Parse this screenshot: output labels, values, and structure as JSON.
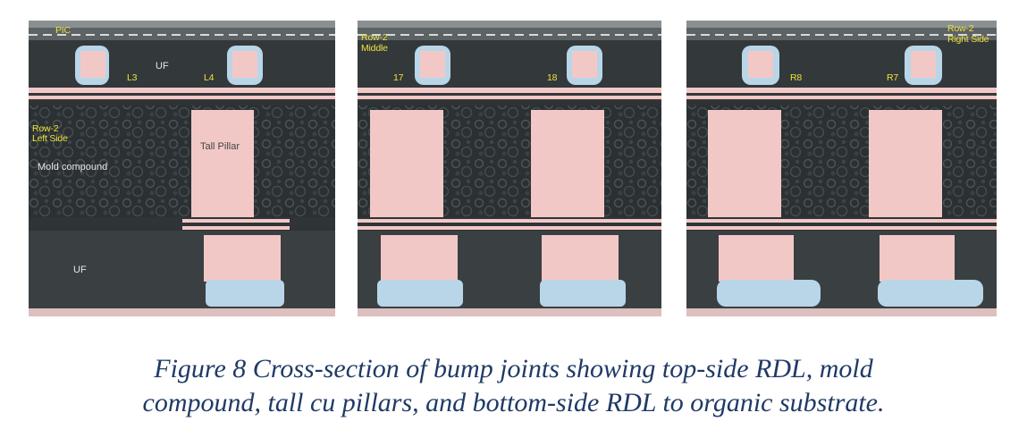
{
  "panels": [
    {
      "labels": {
        "top": "PIC",
        "uf_top": "UF",
        "bump_left": "L3",
        "bump_right": "L4",
        "row": "Row-2",
        "side": "Left Side",
        "mold": "Mold compound",
        "pillar": "Tall Pillar",
        "uf_bottom": "UF"
      }
    },
    {
      "labels": {
        "row": "Row-2",
        "side": "Middle",
        "bump_left": "17",
        "bump_right": "18"
      }
    },
    {
      "labels": {
        "row": "Row-2",
        "side": "Right Side",
        "bump_left": "R8",
        "bump_right": "R7"
      }
    }
  ],
  "caption": {
    "line1": "Figure 8 Cross-section of bump joints showing top-side RDL, mold",
    "line2": "compound, tall cu pillars, and bottom-side RDL to organic substrate."
  },
  "colors": {
    "copper": "#f2c8c6",
    "solder": "#b8d6e8",
    "mold": "#2a2e31",
    "caption_text": "#1f3a66",
    "label_text": "#ece33a"
  }
}
